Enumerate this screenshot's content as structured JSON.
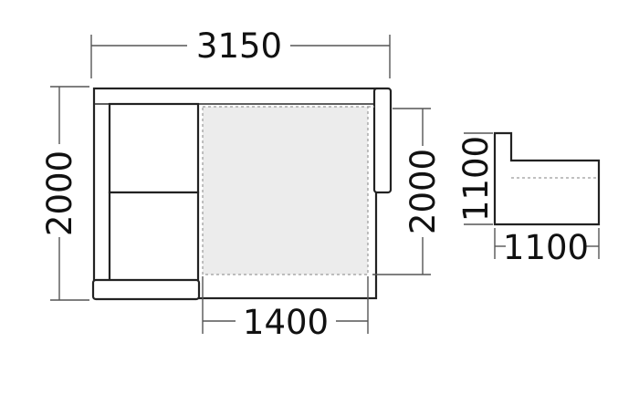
{
  "dimensions": {
    "total_width": "3150",
    "left_depth": "2000",
    "bed_depth": "2000",
    "bed_width": "1400",
    "profile_height": "1100",
    "profile_width": "1100"
  }
}
